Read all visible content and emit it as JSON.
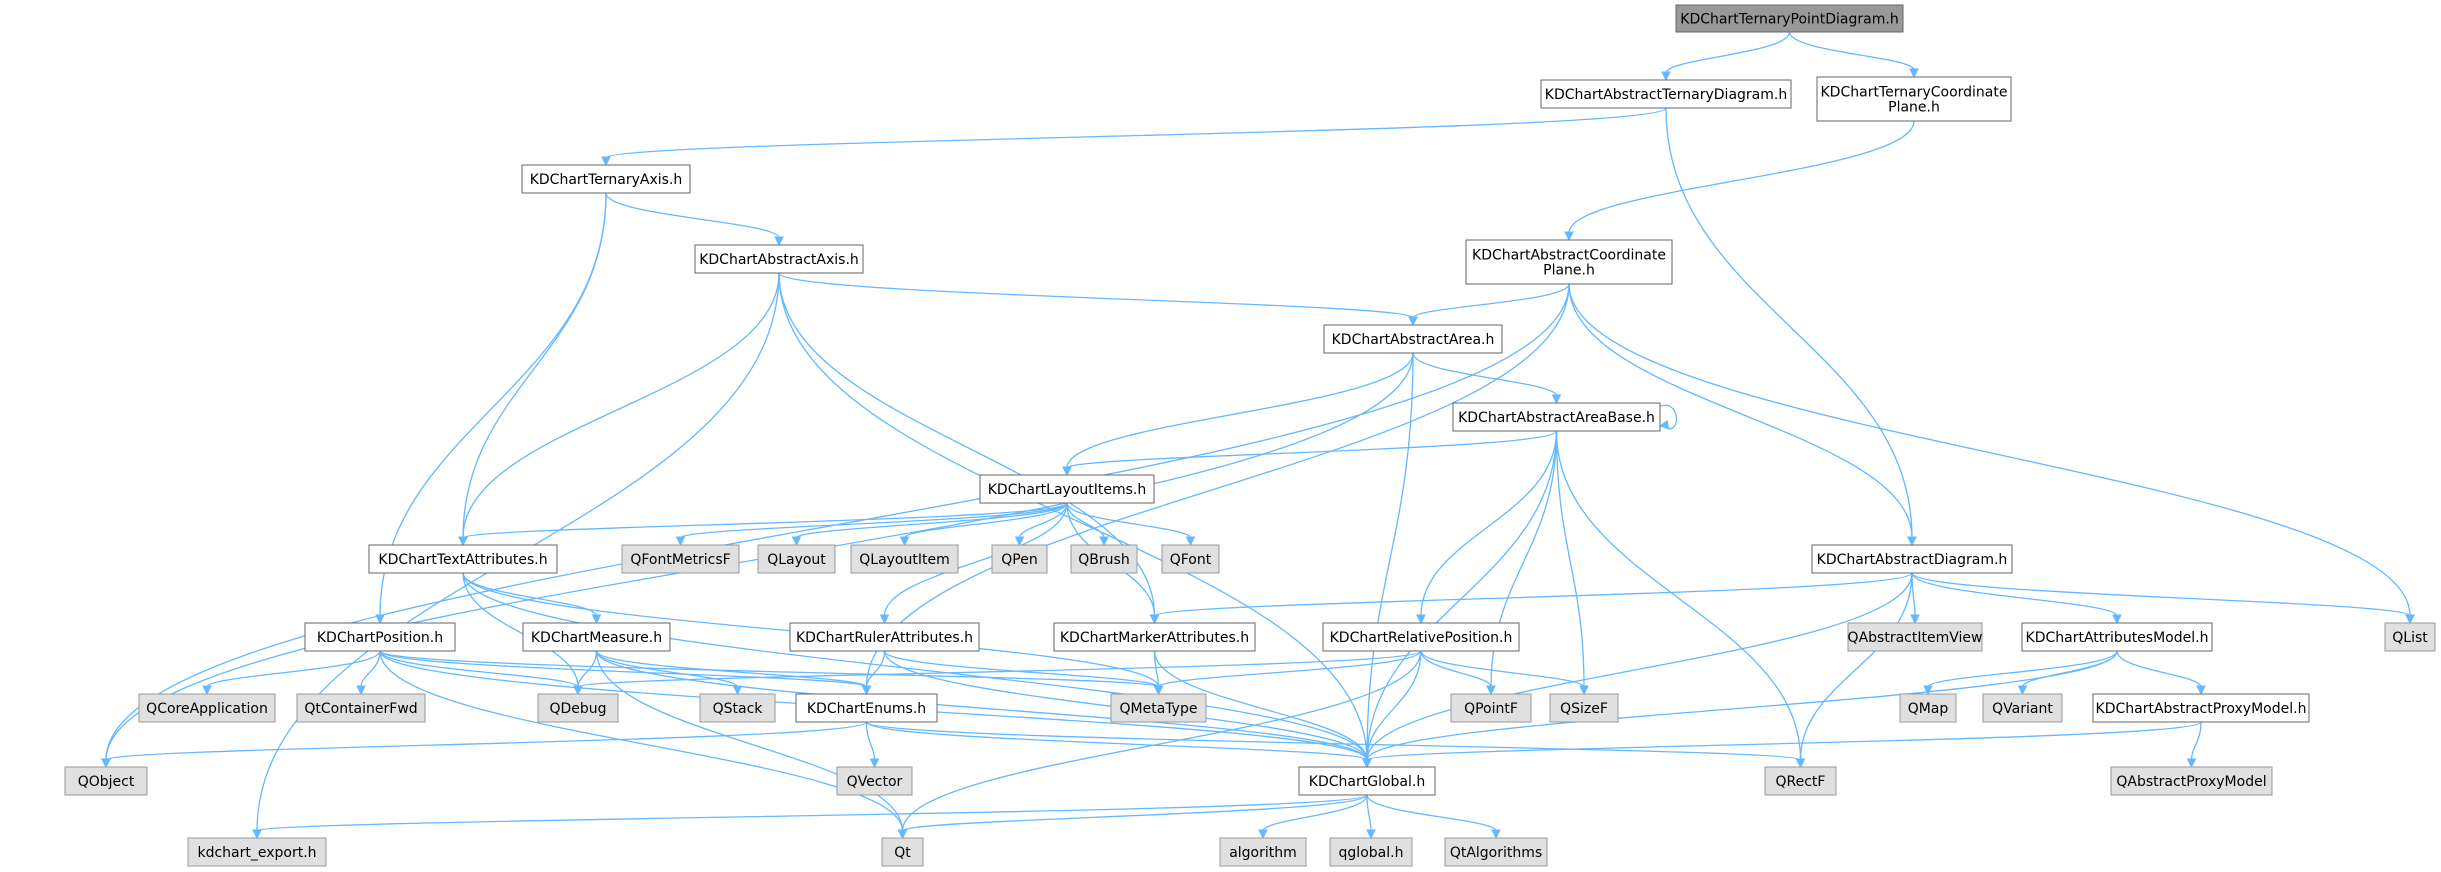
{
  "title": "",
  "colors": {
    "root_fill": "#999999",
    "root_stroke": "#666666",
    "node_fill": "#ffffff",
    "node_stroke": "#666666",
    "external_fill": "#e0e0e0",
    "external_stroke": "#999999",
    "edge": "#63b8ff"
  },
  "nodes": [
    {
      "id": "root",
      "label": "KDChartTernaryPointDiagram.h",
      "kind": "root"
    },
    {
      "id": "absTernDiag",
      "label": "KDChartAbstractTernaryDiagram.h",
      "kind": "file"
    },
    {
      "id": "ternCoordPlane",
      "label": "KDChartTernaryCoordinate\nPlane.h",
      "kind": "file"
    },
    {
      "id": "ternAxis",
      "label": "KDChartTernaryAxis.h",
      "kind": "file"
    },
    {
      "id": "absAxis",
      "label": "KDChartAbstractAxis.h",
      "kind": "file"
    },
    {
      "id": "absCoordPlane",
      "label": "KDChartAbstractCoordinate\nPlane.h",
      "kind": "file"
    },
    {
      "id": "absArea",
      "label": "KDChartAbstractArea.h",
      "kind": "file"
    },
    {
      "id": "absAreaBase",
      "label": "KDChartAbstractAreaBase.h",
      "kind": "file"
    },
    {
      "id": "layoutItems",
      "label": "KDChartLayoutItems.h",
      "kind": "file"
    },
    {
      "id": "textAttr",
      "label": "KDChartTextAttributes.h",
      "kind": "file"
    },
    {
      "id": "position",
      "label": "KDChartPosition.h",
      "kind": "file"
    },
    {
      "id": "measure",
      "label": "KDChartMeasure.h",
      "kind": "file"
    },
    {
      "id": "rulerAttr",
      "label": "KDChartRulerAttributes.h",
      "kind": "file"
    },
    {
      "id": "markerAttr",
      "label": "KDChartMarkerAttributes.h",
      "kind": "file"
    },
    {
      "id": "relPos",
      "label": "KDChartRelativePosition.h",
      "kind": "file"
    },
    {
      "id": "absDiag",
      "label": "KDChartAbstractDiagram.h",
      "kind": "file"
    },
    {
      "id": "attrModel",
      "label": "KDChartAttributesModel.h",
      "kind": "file"
    },
    {
      "id": "absProxyModel",
      "label": "KDChartAbstractProxyModel.h",
      "kind": "file"
    },
    {
      "id": "enums",
      "label": "KDChartEnums.h",
      "kind": "file"
    },
    {
      "id": "global",
      "label": "KDChartGlobal.h",
      "kind": "file"
    },
    {
      "id": "QFontMetricsF",
      "label": "QFontMetricsF",
      "kind": "external"
    },
    {
      "id": "QLayout",
      "label": "QLayout",
      "kind": "external"
    },
    {
      "id": "QLayoutItem",
      "label": "QLayoutItem",
      "kind": "external"
    },
    {
      "id": "QPen",
      "label": "QPen",
      "kind": "external"
    },
    {
      "id": "QBrush",
      "label": "QBrush",
      "kind": "external"
    },
    {
      "id": "QFont",
      "label": "QFont",
      "kind": "external"
    },
    {
      "id": "QAbstractItemView",
      "label": "QAbstractItemView",
      "kind": "external"
    },
    {
      "id": "QList",
      "label": "QList",
      "kind": "external"
    },
    {
      "id": "QCoreApplication",
      "label": "QCoreApplication",
      "kind": "external"
    },
    {
      "id": "QtContainerFwd",
      "label": "QtContainerFwd",
      "kind": "external"
    },
    {
      "id": "QDebug",
      "label": "QDebug",
      "kind": "external"
    },
    {
      "id": "QStack",
      "label": "QStack",
      "kind": "external"
    },
    {
      "id": "QMetaType",
      "label": "QMetaType",
      "kind": "external"
    },
    {
      "id": "QPointF",
      "label": "QPointF",
      "kind": "external"
    },
    {
      "id": "QSizeF",
      "label": "QSizeF",
      "kind": "external"
    },
    {
      "id": "QMap",
      "label": "QMap",
      "kind": "external"
    },
    {
      "id": "QVariant",
      "label": "QVariant",
      "kind": "external"
    },
    {
      "id": "QObject",
      "label": "QObject",
      "kind": "external"
    },
    {
      "id": "QVector",
      "label": "QVector",
      "kind": "external"
    },
    {
      "id": "QRectF",
      "label": "QRectF",
      "kind": "external"
    },
    {
      "id": "QAbstractProxyModel",
      "label": "QAbstractProxyModel",
      "kind": "external"
    },
    {
      "id": "kdchart_export",
      "label": "kdchart_export.h",
      "kind": "external"
    },
    {
      "id": "Qt",
      "label": "Qt",
      "kind": "external"
    },
    {
      "id": "algorithm",
      "label": "algorithm",
      "kind": "external"
    },
    {
      "id": "qglobal",
      "label": "qglobal.h",
      "kind": "external"
    },
    {
      "id": "QtAlgorithms",
      "label": "QtAlgorithms",
      "kind": "external"
    }
  ],
  "edges": [
    [
      "root",
      "absTernDiag"
    ],
    [
      "root",
      "ternCoordPlane"
    ],
    [
      "absTernDiag",
      "ternAxis"
    ],
    [
      "absTernDiag",
      "absDiag"
    ],
    [
      "ternCoordPlane",
      "absCoordPlane"
    ],
    [
      "ternAxis",
      "absAxis"
    ],
    [
      "ternAxis",
      "textAttr"
    ],
    [
      "ternAxis",
      "position"
    ],
    [
      "absAxis",
      "absArea"
    ],
    [
      "absAxis",
      "textAttr"
    ],
    [
      "absAxis",
      "markerAttr"
    ],
    [
      "absAxis",
      "global"
    ],
    [
      "absAxis",
      "kdchart_export"
    ],
    [
      "absCoordPlane",
      "absArea"
    ],
    [
      "absCoordPlane",
      "absDiag"
    ],
    [
      "absCoordPlane",
      "QList"
    ],
    [
      "absCoordPlane",
      "QObject"
    ],
    [
      "absCoordPlane",
      "enums"
    ],
    [
      "absArea",
      "absAreaBase"
    ],
    [
      "absArea",
      "layoutItems"
    ],
    [
      "absArea",
      "QObject"
    ],
    [
      "absArea",
      "global"
    ],
    [
      "absAreaBase",
      "absAreaBase"
    ],
    [
      "absAreaBase",
      "layoutItems"
    ],
    [
      "absAreaBase",
      "relPos"
    ],
    [
      "absAreaBase",
      "QPointF"
    ],
    [
      "absAreaBase",
      "QSizeF"
    ],
    [
      "absAreaBase",
      "QRectF"
    ],
    [
      "absAreaBase",
      "global"
    ],
    [
      "layoutItems",
      "textAttr"
    ],
    [
      "layoutItems",
      "QFontMetricsF"
    ],
    [
      "layoutItems",
      "QLayout"
    ],
    [
      "layoutItems",
      "QLayoutItem"
    ],
    [
      "layoutItems",
      "QPen"
    ],
    [
      "layoutItems",
      "QBrush"
    ],
    [
      "layoutItems",
      "QFont"
    ],
    [
      "layoutItems",
      "rulerAttr"
    ],
    [
      "layoutItems",
      "markerAttr"
    ],
    [
      "textAttr",
      "measure"
    ],
    [
      "textAttr",
      "QDebug"
    ],
    [
      "textAttr",
      "QMetaType"
    ],
    [
      "textAttr",
      "global"
    ],
    [
      "position",
      "QCoreApplication"
    ],
    [
      "position",
      "QtContainerFwd"
    ],
    [
      "position",
      "QDebug"
    ],
    [
      "position",
      "enums"
    ],
    [
      "position",
      "QMetaType"
    ],
    [
      "position",
      "global"
    ],
    [
      "position",
      "Qt"
    ],
    [
      "measure",
      "QDebug"
    ],
    [
      "measure",
      "QStack"
    ],
    [
      "measure",
      "enums"
    ],
    [
      "measure",
      "global"
    ],
    [
      "measure",
      "Qt"
    ],
    [
      "rulerAttr",
      "enums"
    ],
    [
      "rulerAttr",
      "QMetaType"
    ],
    [
      "rulerAttr",
      "global"
    ],
    [
      "markerAttr",
      "QMetaType"
    ],
    [
      "markerAttr",
      "global"
    ],
    [
      "relPos",
      "QDebug"
    ],
    [
      "relPos",
      "QMetaType"
    ],
    [
      "relPos",
      "QPointF"
    ],
    [
      "relPos",
      "QSizeF"
    ],
    [
      "relPos",
      "global"
    ],
    [
      "relPos",
      "Qt"
    ],
    [
      "absDiag",
      "QAbstractItemView"
    ],
    [
      "absDiag",
      "QList"
    ],
    [
      "absDiag",
      "attrModel"
    ],
    [
      "absDiag",
      "markerAttr"
    ],
    [
      "absDiag",
      "global"
    ],
    [
      "absDiag",
      "QRectF"
    ],
    [
      "attrModel",
      "QMap"
    ],
    [
      "attrModel",
      "QVariant"
    ],
    [
      "attrModel",
      "absProxyModel"
    ],
    [
      "attrModel",
      "global"
    ],
    [
      "absProxyModel",
      "QAbstractProxyModel"
    ],
    [
      "absProxyModel",
      "global"
    ],
    [
      "enums",
      "QObject"
    ],
    [
      "enums",
      "QVector"
    ],
    [
      "enums",
      "QRectF"
    ],
    [
      "enums",
      "global"
    ],
    [
      "global",
      "kdchart_export"
    ],
    [
      "global",
      "Qt"
    ],
    [
      "global",
      "algorithm"
    ],
    [
      "global",
      "qglobal"
    ],
    [
      "global",
      "QtAlgorithms"
    ]
  ]
}
